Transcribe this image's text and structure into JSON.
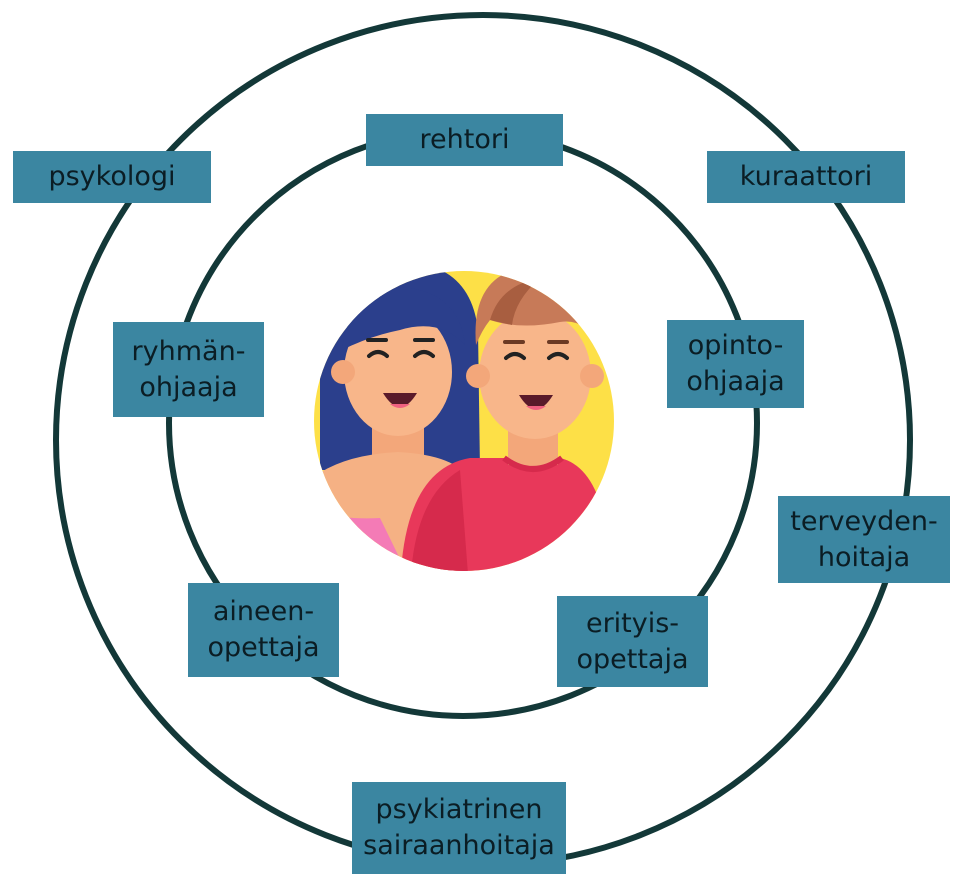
{
  "center_icon": "smiling-two-people-icon",
  "colors": {
    "ring": "#133838",
    "box": "#3b86a1",
    "text": "#0b1d24",
    "icon_bg": "#fde047"
  },
  "inner_ring": [
    [
      "rehtori"
    ],
    [
      "ryhmän-",
      "ohjaaja"
    ],
    [
      "opinto-",
      "ohjaaja"
    ],
    [
      "aineen-",
      "opettaja"
    ],
    [
      "erityis-",
      "opettaja"
    ]
  ],
  "outer_ring": [
    [
      "psykologi"
    ],
    [
      "kuraattori"
    ],
    [
      "terveyden-",
      "hoitaja"
    ],
    [
      "psykiatrinen",
      "sairaanhoitaja"
    ]
  ]
}
